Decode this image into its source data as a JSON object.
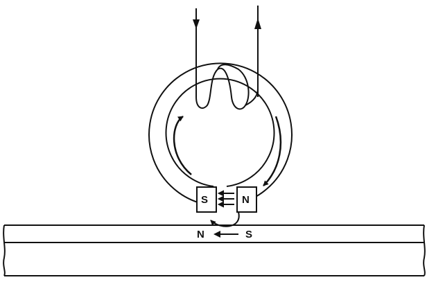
{
  "labels": {
    "gap_left_pole": "S",
    "gap_right_pole": "N",
    "medium_left_pole": "N",
    "medium_right_pole": "S"
  },
  "colors": {
    "ink": "#111111",
    "background": "#ffffff"
  }
}
